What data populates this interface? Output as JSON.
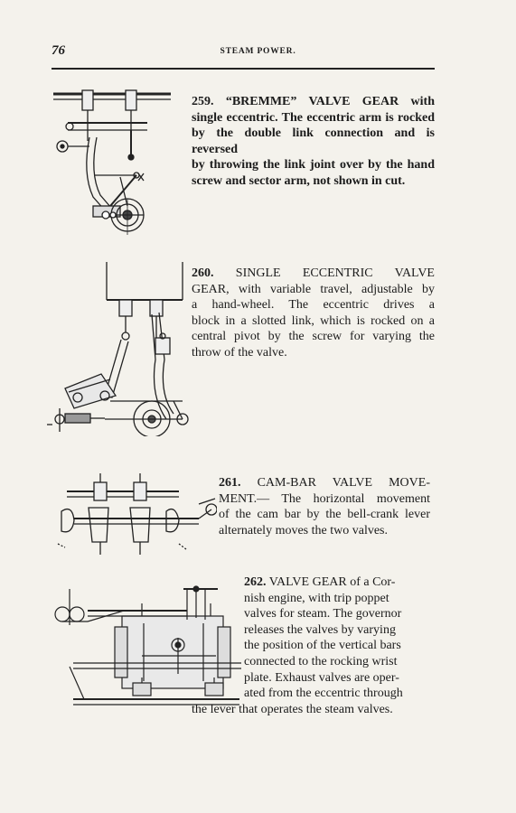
{
  "header": {
    "page_number": "76",
    "running_title": "STEAM POWER."
  },
  "entries": [
    {
      "number": "259.",
      "lines": [
        "“BREMME” VALVE GEAR with",
        "single eccentric. The eccentric arm is rocked",
        "by the double link connection and is reversed",
        "by throwing the link joint over by the hand",
        "screw and sector arm, not shown in cut."
      ]
    },
    {
      "number": "260.",
      "lines": [
        "SINGLE ECCENTRIC VALVE",
        "GEAR, with variable travel, adjustable by",
        "a hand-wheel. The eccentric drives a",
        "block in a slotted link, which is rocked on a",
        "central pivot by the screw for varying the",
        "throw of the valve."
      ]
    },
    {
      "number": "261.",
      "lines": [
        "CAM-BAR VALVE MOVE-",
        "MENT.— The horizontal movement",
        "of the cam bar by the bell-crank lever",
        "alternately moves the two valves."
      ]
    },
    {
      "number": "262.",
      "lines": [
        "VALVE GEAR of a Cor-",
        "nish engine, with trip poppet",
        "valves for steam. The governor",
        "releases the valves by varying",
        "the position of the vertical bars",
        "connected to the rocking wrist",
        "plate. Exhaust valves are oper-",
        "ated from the eccentric through",
        "the lever that operates the steam valves."
      ]
    }
  ]
}
